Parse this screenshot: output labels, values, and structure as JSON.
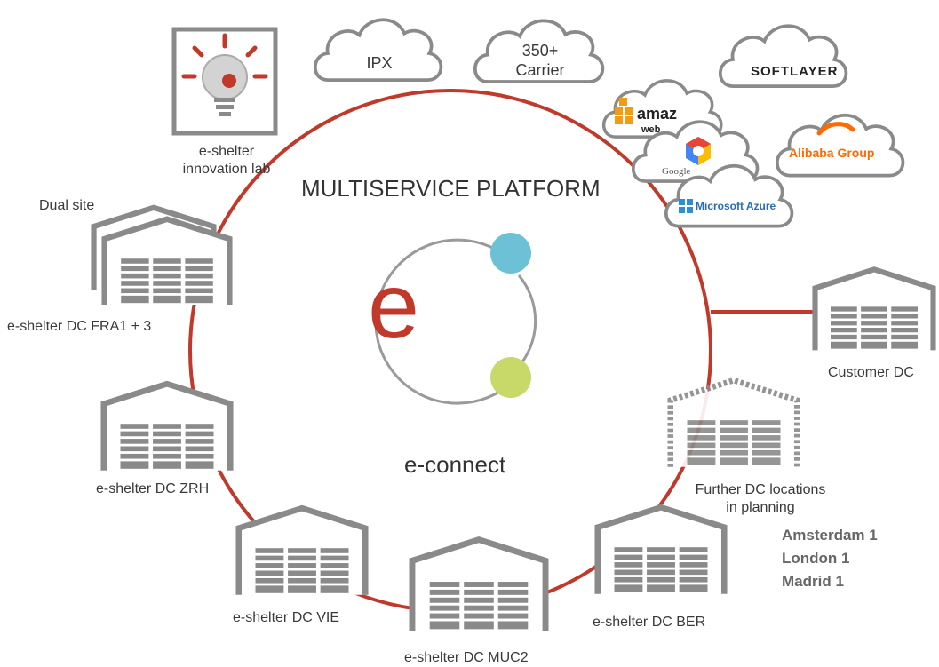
{
  "title": "MULTISERVICE PLATFORM",
  "center_label": "e-connect",
  "logo_letter": "e",
  "clouds": {
    "ipx": "IPX",
    "carrier_line1": "350+",
    "carrier_line2": "Carrier",
    "softlayer": "SOFTLAYER",
    "alibaba": "Alibaba Group",
    "amazon_line1": "amaz",
    "amazon_line2": "web",
    "google": "Google",
    "azure": "Microsoft Azure"
  },
  "sites": {
    "innovation_line1": "e-shelter",
    "innovation_line2": "innovation lab",
    "dual_site": "Dual site",
    "fra": "e-shelter DC FRA1 + 3",
    "zrh": "e-shelter DC ZRH",
    "vie": "e-shelter DC VIE",
    "muc": "e-shelter DC MUC2",
    "ber": "e-shelter DC BER",
    "customer": "Customer DC",
    "further_line1": "Further DC locations",
    "further_line2": "in planning"
  },
  "planned_locations": [
    "Amsterdam 1",
    "London 1",
    "Madrid 1"
  ],
  "colors": {
    "ring": "#c0392b",
    "logo": "#c0392b",
    "building": "#8a8a8a",
    "blue_dot": "#6cc1d6",
    "green_dot": "#c8d96a",
    "alibaba": "#ff6a00"
  }
}
